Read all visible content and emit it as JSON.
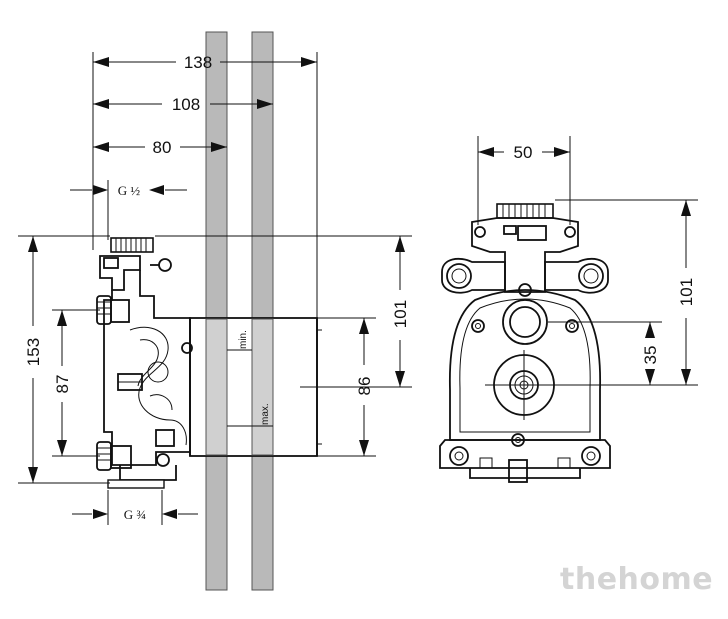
{
  "side_view": {
    "dim_overall_depth": "138",
    "dim_wall_depth": "108",
    "dim_body_depth": "80",
    "thread_top": "G ½",
    "thread_bottom": "G ¾",
    "dim_height": "153",
    "dim_connection_spacing": "87",
    "dim_sleeve_top": "101",
    "dim_sleeve_height": "86",
    "label_min": "min.",
    "label_max": "max."
  },
  "front_view": {
    "dim_width": "50",
    "dim_height": "101",
    "dim_center_offset": "35"
  },
  "watermark": "thehome"
}
